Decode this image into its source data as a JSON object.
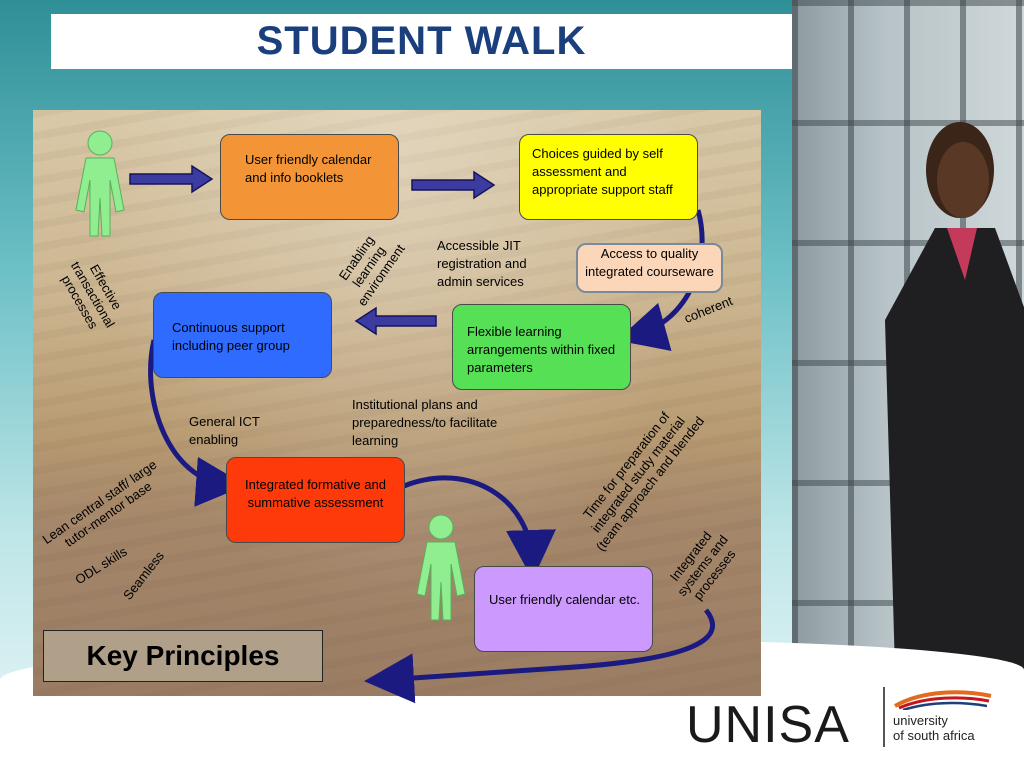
{
  "title": "STUDENT WALK",
  "boxes": {
    "calendar_booklets": "User friendly calendar and info booklets",
    "choices_guided": "Choices guided by self assessment and appropriate support staff",
    "access_quality": "Access to quality integrated courseware",
    "flexible_learning": "Flexible learning arrangements within fixed parameters",
    "continuous_support": "Continuous support including peer group",
    "integrated_assessment": "Integrated formative and summative assessment",
    "calendar_etc": "User friendly calendar etc."
  },
  "labels": {
    "accessible_jit": "Accessible JIT\nregistration and\nadmin services",
    "enabling_env": "Enabling\nlearning\nenvironment",
    "effective_processes": "Effective\ntransactional\nprocesses",
    "coherent": "coherent",
    "general_ict": "General ICT\nenabling",
    "institutional_plans": "Institutional plans and\npreparedness/to facilitate\nlearning",
    "time_prep": "Time for preparation of\nintegrated study material\n(team approach and blended",
    "lean_central": "Lean central staff/ large\ntutor-mentor base",
    "odl_skills": "ODL skills",
    "seamless": "Seamless",
    "integrated_systems": "Integrated\nsystems and\nprocesses"
  },
  "key_principles": "Key Principles",
  "logo": {
    "word": "UNISA",
    "sub1": "university",
    "sub2": "of south africa"
  },
  "colors": {
    "title": "#1b3f7c",
    "orange": "#f39436",
    "yellow": "#ffff00",
    "peach": "#fbd6b8",
    "green": "#55e055",
    "blue": "#2f6bff",
    "red": "#ff3a0a",
    "purple": "#cc99ff",
    "arrow": "#1a1a80",
    "figure": "#90ee90"
  }
}
